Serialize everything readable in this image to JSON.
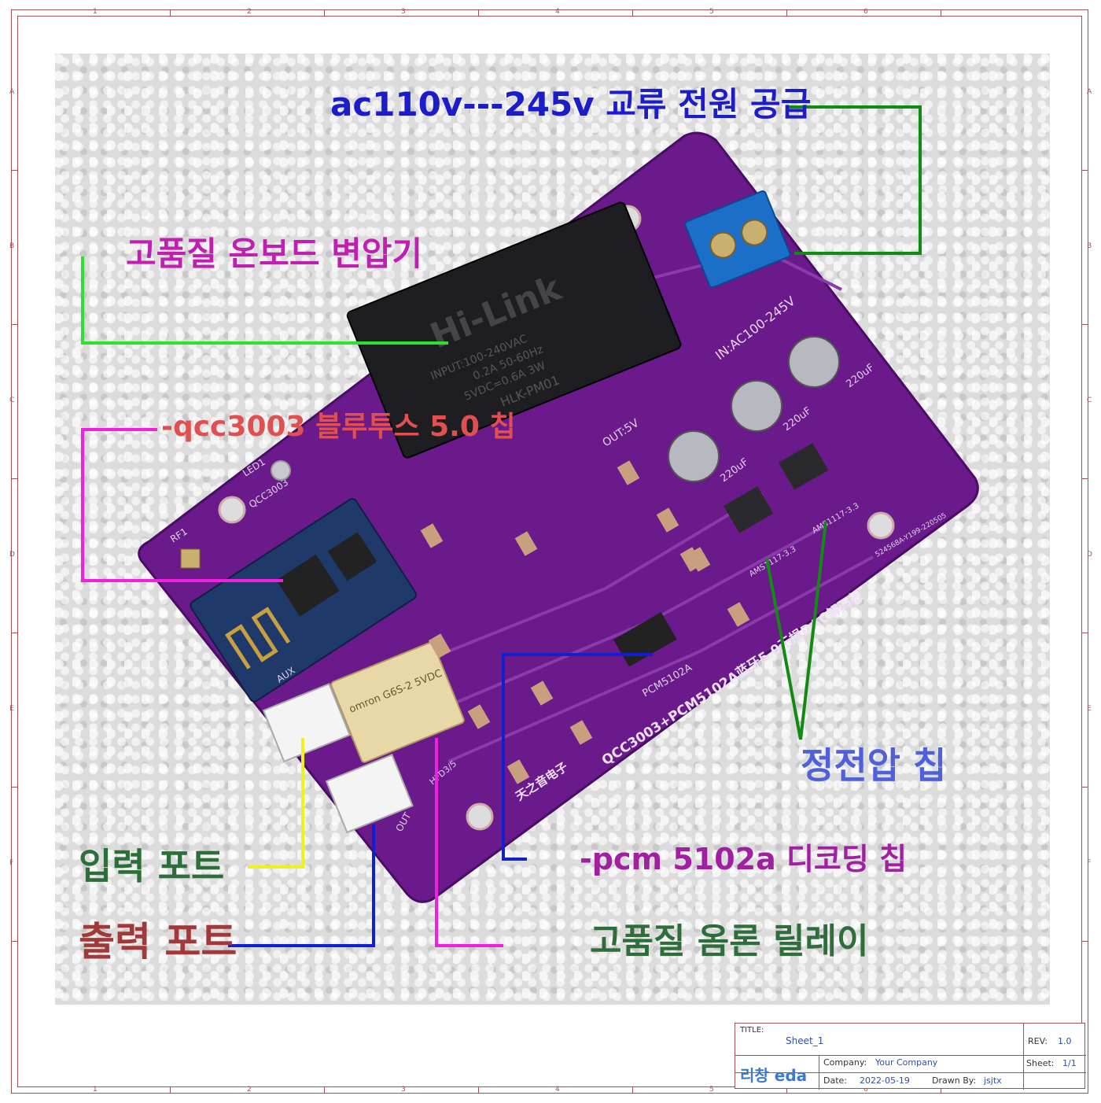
{
  "sheet": {
    "columns": [
      "1",
      "2",
      "3",
      "4",
      "5",
      "6"
    ],
    "rows": [
      "A",
      "B",
      "C",
      "D",
      "E",
      "F"
    ]
  },
  "annotations": {
    "power_supply": "ac110v---245v 교류 전원 공급",
    "transformer": "고품질 온보드 변압기",
    "bluetooth_chip": "-qcc3003 블루투스 5.0 칩",
    "regulator_chip": "정전압 칩",
    "decoder_chip": "-pcm 5102a 디코딩 칩",
    "input_port": "입력 포트",
    "output_port": "출력 포트",
    "relay": "고품질 옴론 릴레이"
  },
  "board": {
    "module_brand": "Hi-Link",
    "module_model": "HLK-PM01",
    "module_specs": [
      "INPUT:100-240VAC",
      "0.2A 50-60Hz",
      "5VDC=0.6A 3W"
    ],
    "input_label": "IN:AC100-245V",
    "output_label": "OUT:5V",
    "bt_module": "QCC3003",
    "decoder_label": "PCM5102A",
    "board_name": "QCC3003+PCM5102A蓝牙5.0无损DAC解码板",
    "maker": "天之音电子",
    "led_label": "LED1",
    "rf_label": "RF1",
    "aux_label": "AUX",
    "out_port_label": "OUT",
    "relay_label": "omron G6S-2 5VDC",
    "relay_mark": "HFD3/5",
    "regulator_labels": [
      "AMS1117-3.3",
      "AMS1117-3.3"
    ],
    "cap_labels": [
      "220uF",
      "220uF",
      "220uF"
    ],
    "serial": "524568A-Y199-220505"
  },
  "title_block": {
    "title_key": "TITLE:",
    "title_val": "Sheet_1",
    "rev_key": "REV:",
    "rev_val": "1.0",
    "company_key": "Company:",
    "company_val": "Your Company",
    "sheet_key": "Sheet:",
    "sheet_val": "1/1",
    "date_key": "Date:",
    "date_val": "2022-05-19",
    "drawn_key": "Drawn By:",
    "drawn_val": "jsjtx",
    "logo": "리창 eda"
  },
  "colors": {
    "power_label": "#1c1cc8",
    "transformer_label": "#c020b0",
    "bt_label": "#e05050",
    "regulator_label": "#5060d8",
    "decoder_label": "#a020a0",
    "input_label": "#2e6e3a",
    "output_label": "#a03a3a",
    "relay_label": "#2e6e3a",
    "pcb": "#6a1a8a"
  }
}
